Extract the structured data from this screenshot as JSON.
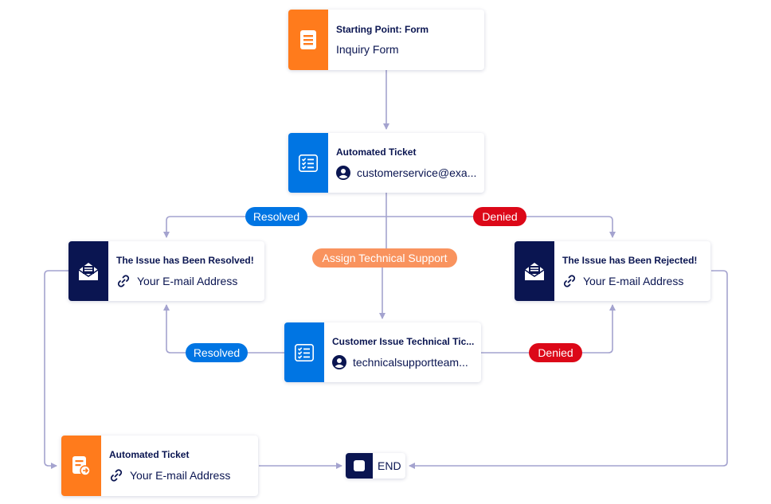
{
  "nodes": {
    "start": {
      "title": "Starting Point: Form",
      "subtitle": "Inquiry Form",
      "icon": "form-icon"
    },
    "auto_ticket": {
      "title": "Automated Ticket",
      "subtitle": "customerservice@exa...",
      "icon": "checklist-icon"
    },
    "resolved_email": {
      "title": "The Issue has Been Resolved!",
      "subtitle": "Your E-mail Address",
      "icon": "envelope-icon"
    },
    "rejected_email": {
      "title": "The Issue has Been Rejected!",
      "subtitle": "Your E-mail Address",
      "icon": "envelope-icon"
    },
    "tech_ticket": {
      "title": "Customer Issue Technical Tic...",
      "subtitle": "technicalsupportteam...",
      "icon": "checklist-icon"
    },
    "auto_ticket_final": {
      "title": "Automated Ticket",
      "subtitle": "Your E-mail Address",
      "icon": "ticket-export-icon"
    },
    "end": {
      "label": "END"
    }
  },
  "branches": {
    "resolved_top": "Resolved",
    "denied_top": "Denied",
    "assign_support": "Assign Technical Support",
    "resolved_bottom": "Resolved",
    "denied_bottom": "Denied"
  },
  "colors": {
    "orange": "#ff7b1c",
    "blue": "#0075e3",
    "navy": "#0a1551",
    "red": "#dc0818",
    "peach": "#f9935e",
    "connector": "#a4a3cf"
  }
}
